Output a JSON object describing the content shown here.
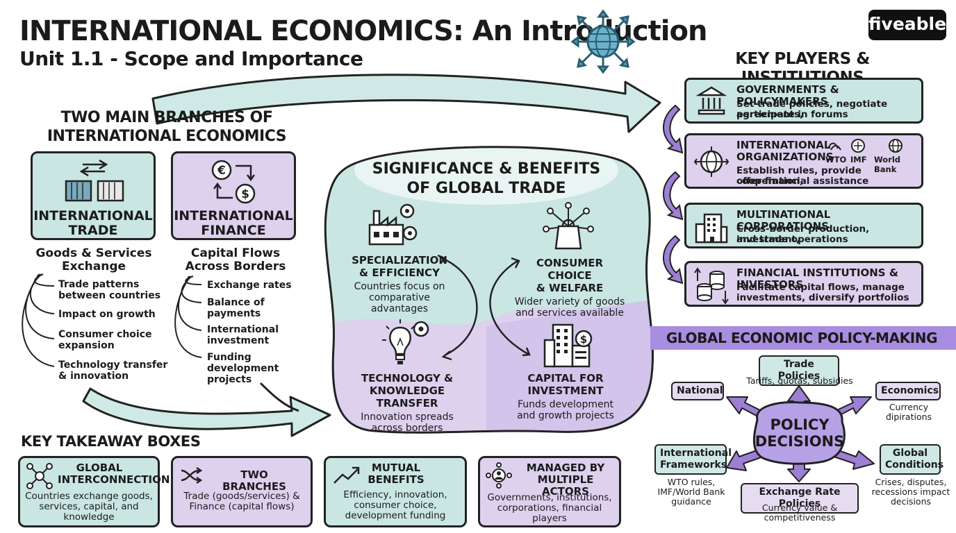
{
  "header": {
    "title": "INTERNATIONAL ECONOMICS: An Introduction",
    "subtitle": "Unit 1.1 - Scope and Importance",
    "logo": "fiveable"
  },
  "branches": {
    "heading_line1": "TWO MAIN BRANCHES OF",
    "heading_line2": "INTERNATIONAL ECONOMICS",
    "trade": {
      "label_line1": "INTERNATIONAL",
      "label_line2": "TRADE",
      "sub_line1": "Goods & Services",
      "sub_line2": "Exchange",
      "items": [
        {
          "l1": "Trade patterns",
          "l2": "between countries"
        },
        {
          "l1": "Impact on growth",
          "l2": ""
        },
        {
          "l1": "Consumer choice",
          "l2": "expansion"
        },
        {
          "l1": "Technology transfer",
          "l2": "& innovation"
        }
      ]
    },
    "finance": {
      "label_line1": "INTERNATIONAL",
      "label_line2": "FINANCE",
      "sub_line1": "Capital Flows",
      "sub_line2": "Across Borders",
      "items": [
        {
          "l1": "Exchange rates",
          "l2": "",
          "l3": ""
        },
        {
          "l1": "Balance of",
          "l2": "payments",
          "l3": ""
        },
        {
          "l1": "International",
          "l2": "investment",
          "l3": ""
        },
        {
          "l1": "Funding",
          "l2": "development",
          "l3": "projects"
        }
      ]
    }
  },
  "significance": {
    "title_line1": "SIGNIFICANCE & BENEFITS",
    "title_line2": "OF GLOBAL TRADE",
    "benefits": [
      {
        "h1": "SPECIALIZATION",
        "h2": "& EFFICIENCY",
        "d1": "Countries focus on",
        "d2": "comparative advantages"
      },
      {
        "h1": "CONSUMER CHOICE",
        "h2": "& WELFARE",
        "d1": "Wider variety of goods",
        "d2": "and services available"
      },
      {
        "h1": "TECHNOLOGY &",
        "h2": "KNOWLEDGE TRANSFER",
        "d1": "Innovation spreads",
        "d2": "across borders"
      },
      {
        "h1": "CAPITAL FOR",
        "h2": "INVESTMENT",
        "d1": "Funds development",
        "d2": "and growth projects"
      }
    ]
  },
  "players": {
    "heading": "KEY PLAYERS & INSTITUTIONS",
    "items": [
      {
        "h1": "GOVERNMENTS & POLICYMAKERS",
        "h2": "",
        "d1": "Set trade policies, negotiate agreements,",
        "d2": "participate in forums"
      },
      {
        "h1": "INTERNATIONAL",
        "h2": "ORGANIZATIONS",
        "d1": "Establish rules, provide cooperation,",
        "d2": "offer financial assistance"
      },
      {
        "h1": "MULTINATIONAL CORPORATIONS",
        "h2": "",
        "d1": "Cross-border production, investment,",
        "d2": "and trade operations"
      },
      {
        "h1": "FINANCIAL INSTITUTIONS & INVESTORS",
        "h2": "",
        "d1": "Facilitate capital flows, manage",
        "d2": "investments, diversify portfolios"
      }
    ],
    "org_logos": [
      "WTO",
      "IMF",
      "World Bank"
    ]
  },
  "policy": {
    "heading": "GLOBAL ECONOMIC POLICY-MAKING",
    "center_line1": "POLICY",
    "center_line2": "DECISIONS",
    "nodes": {
      "trade": {
        "label": "Trade Policies",
        "note1": "Tariffs, quotas, subsidies"
      },
      "national": {
        "label": "National"
      },
      "economics": {
        "label": "Economics",
        "note1": "Currency",
        "note2": "đipirations"
      },
      "intl": {
        "label1": "International",
        "label2": "Frameworks",
        "note1": "WTO rules,",
        "note2": "IMF/World Bank",
        "note3": "guidance"
      },
      "global": {
        "label1": "Global",
        "label2": "Conditions",
        "note1": "Crises, disputes,",
        "note2": "recessions impact",
        "note3": "decisions"
      },
      "fx": {
        "label": "Exchange Rate Policies",
        "note1": "Currency value &",
        "note2": "competitiveness"
      }
    }
  },
  "takeaways": {
    "heading": "KEY TAKEAWAY BOXES",
    "items": [
      {
        "h1": "GLOBAL",
        "h2": "INTERCONNECTION",
        "d1": "Countries exchange goods,",
        "d2": "services, capital, and",
        "d3": "knowledge"
      },
      {
        "h1": "TWO BRANCHES",
        "h2": "",
        "d1": "Trade (goods/services) &",
        "d2": "Finance (capital flows)",
        "d3": ""
      },
      {
        "h1": "MUTUAL",
        "h2": "BENEFITS",
        "d1": "Efficiency, innovation,",
        "d2": "consumer choice,",
        "d3": "development funding"
      },
      {
        "h1": "MANAGED BY",
        "h2": "MULTIPLE ACTORS",
        "d1": "Governments, institutions,",
        "d2": "corporations, financial players",
        "d3": ""
      }
    ]
  },
  "colors": {
    "teal": "#c9e6e3",
    "lilac": "#ddd1ee",
    "accent_purple": "#9d7fd4",
    "arrow_fill": "#cfeae6"
  }
}
